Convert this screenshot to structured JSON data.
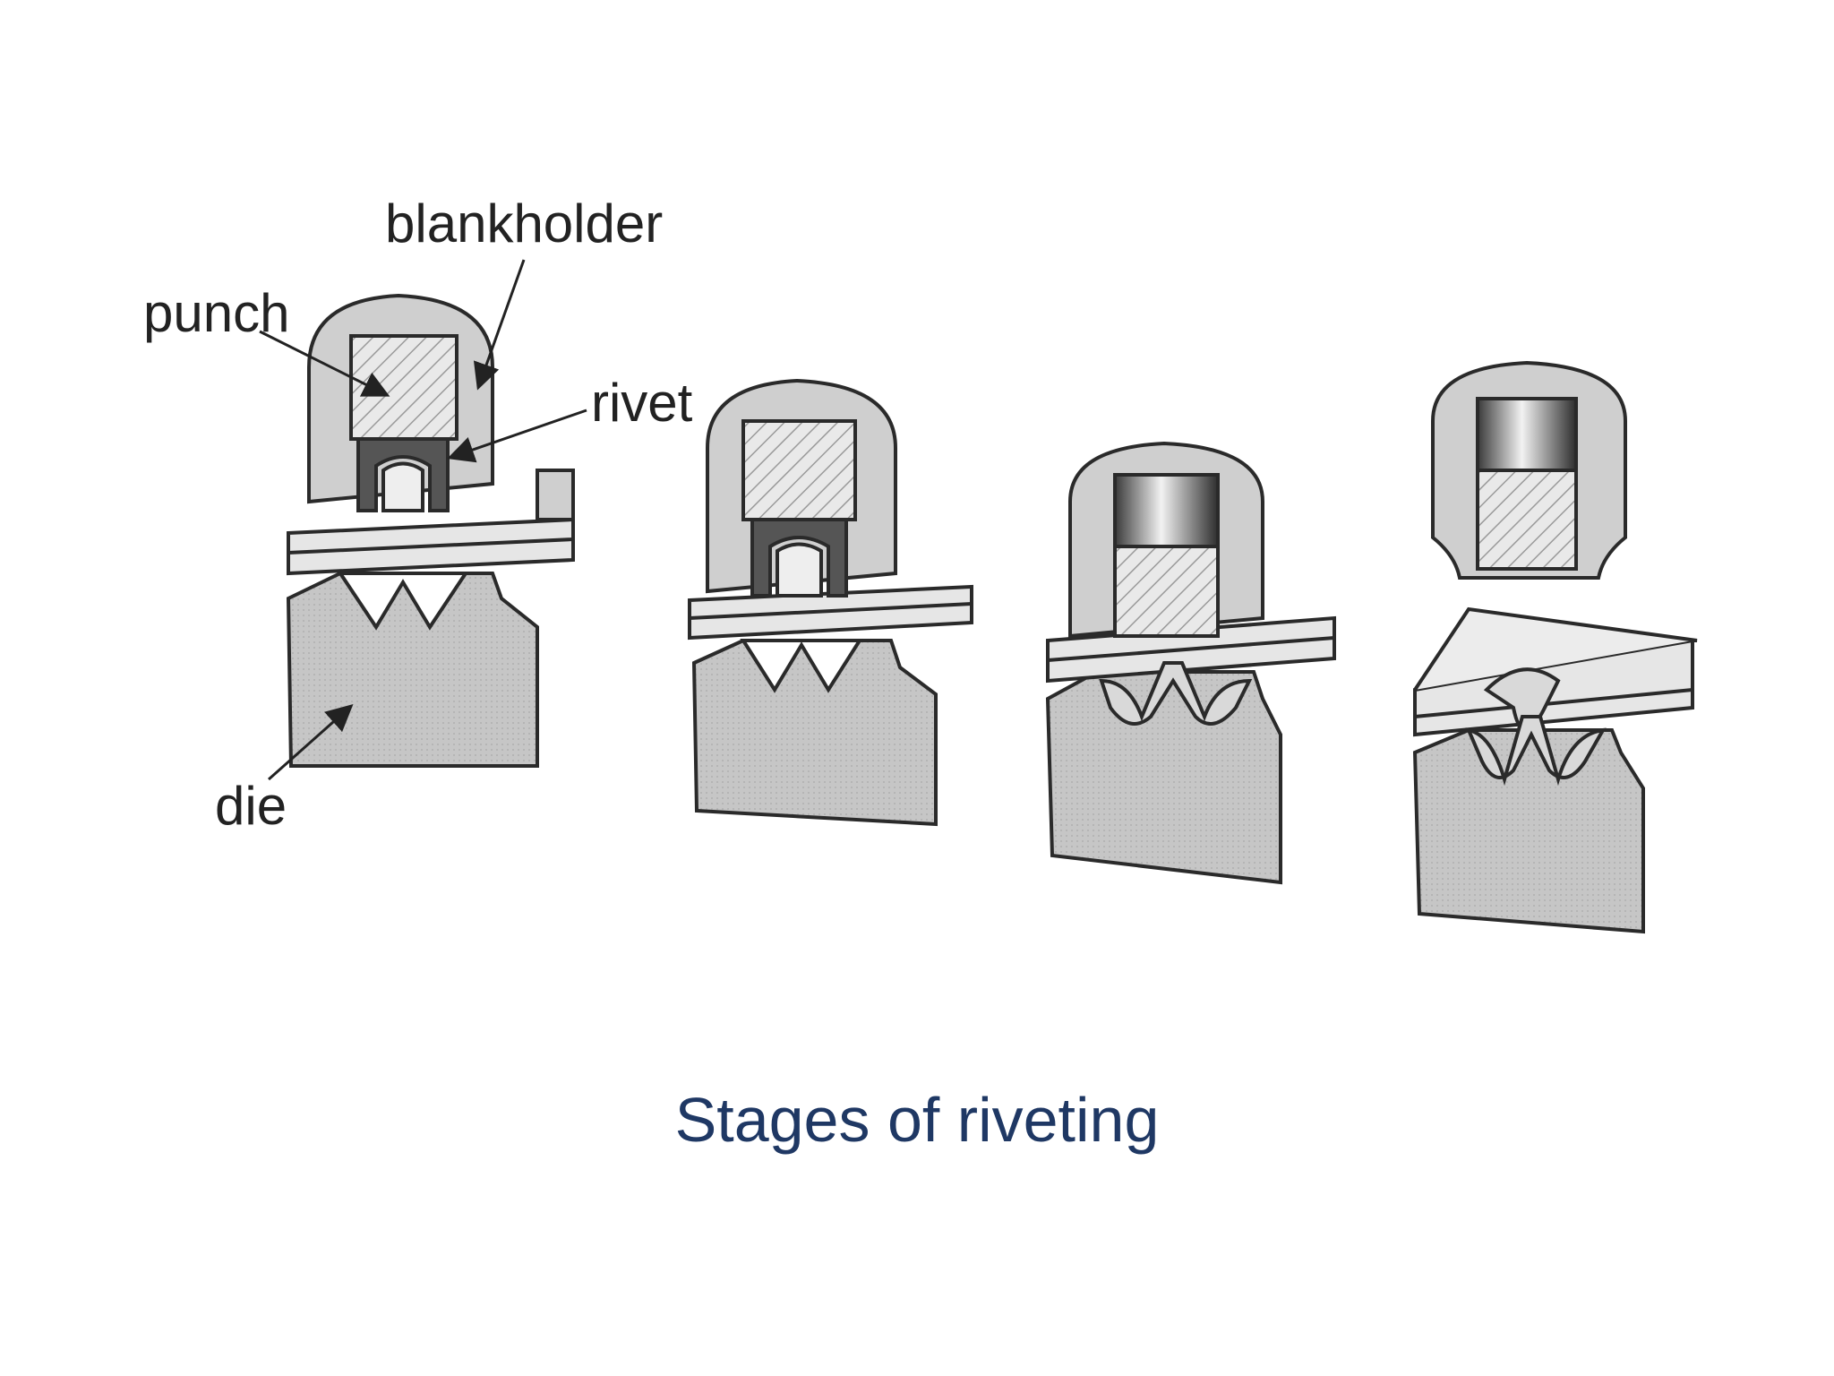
{
  "labels": {
    "blankholder": "blankholder",
    "punch": "punch",
    "rivet": "rivet",
    "die": "die"
  },
  "caption": "Stages of riveting",
  "colors": {
    "caption": "#1f3864",
    "tool_fill": "#c8c8c8",
    "outline": "#2a2a2a",
    "hatch": "#9a9a9a",
    "sheet": "#e6e6e6"
  }
}
